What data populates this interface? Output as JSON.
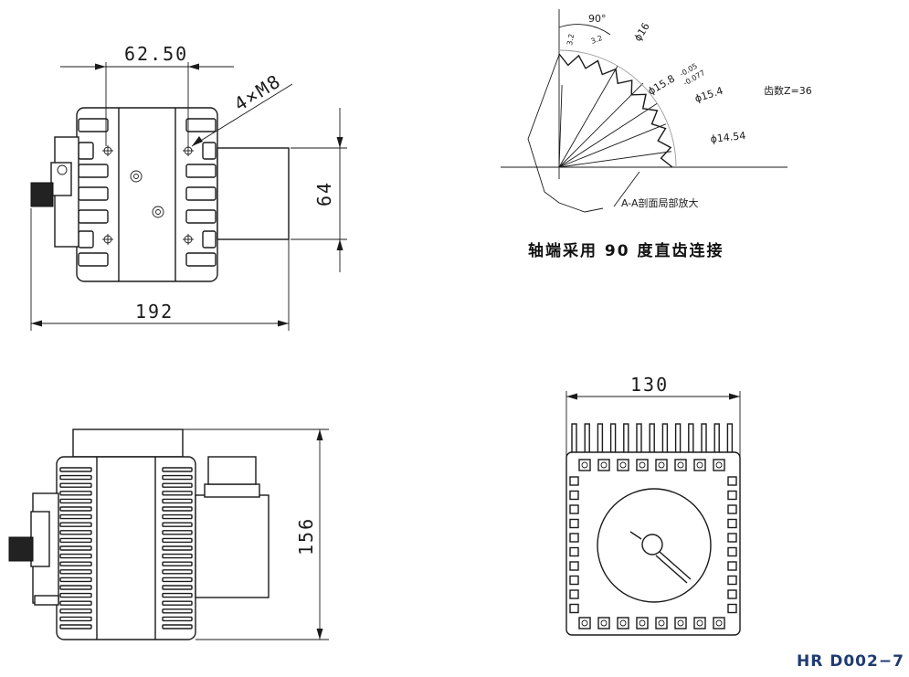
{
  "views": {
    "top": {
      "width_dim": "62.50",
      "thread_label": "4×M8",
      "height_dim": "64",
      "overall_dim": "192"
    },
    "side": {
      "height_dim": "156"
    },
    "end": {
      "width_dim": "130"
    },
    "detail": {
      "angle_label": "90°",
      "small_dim_1": "3.2",
      "small_dim_2": "3.2",
      "d16": "ϕ16",
      "d158": "ϕ15.8",
      "d158_tol_upper": "-0.05",
      "d158_tol_lower": "-0.077",
      "d154": "ϕ15.4",
      "d1454": "ϕ14.54",
      "teeth_label": "齿数Z=36",
      "section_label": "A-A剖面局部放大"
    }
  },
  "caption": "轴端采用 90 度直齿连接",
  "drawing_code": "HR  D002−7",
  "colors": {
    "line": "#1a1a1a",
    "code_text": "#1f3b73"
  }
}
